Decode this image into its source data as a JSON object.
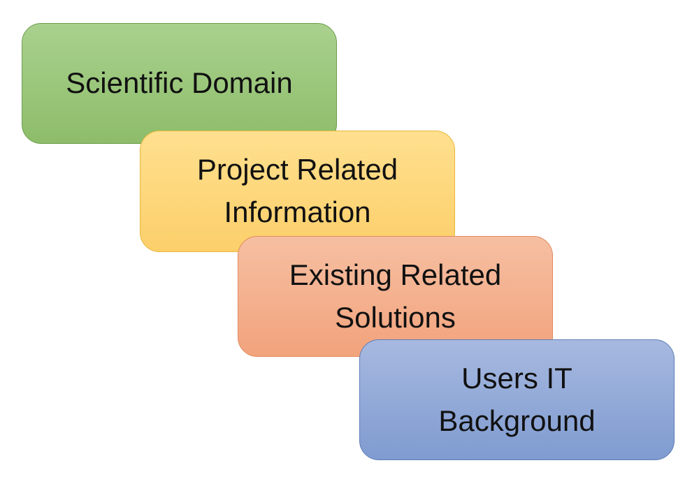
{
  "diagram": {
    "steps": [
      {
        "label": "Scientific Domain",
        "gradient_top": "#a9d18e",
        "gradient_bottom": "#8dbd6a"
      },
      {
        "label": "Project Related\nInformation",
        "gradient_top": "#ffe08f",
        "gradient_bottom": "#fccf6a"
      },
      {
        "label": "Existing Related\nSolutions",
        "gradient_top": "#f6bfa2",
        "gradient_bottom": "#f2a37c"
      },
      {
        "label": "Users IT\nBackground",
        "gradient_top": "#a7b9e0",
        "gradient_bottom": "#7f9bd0"
      }
    ]
  }
}
